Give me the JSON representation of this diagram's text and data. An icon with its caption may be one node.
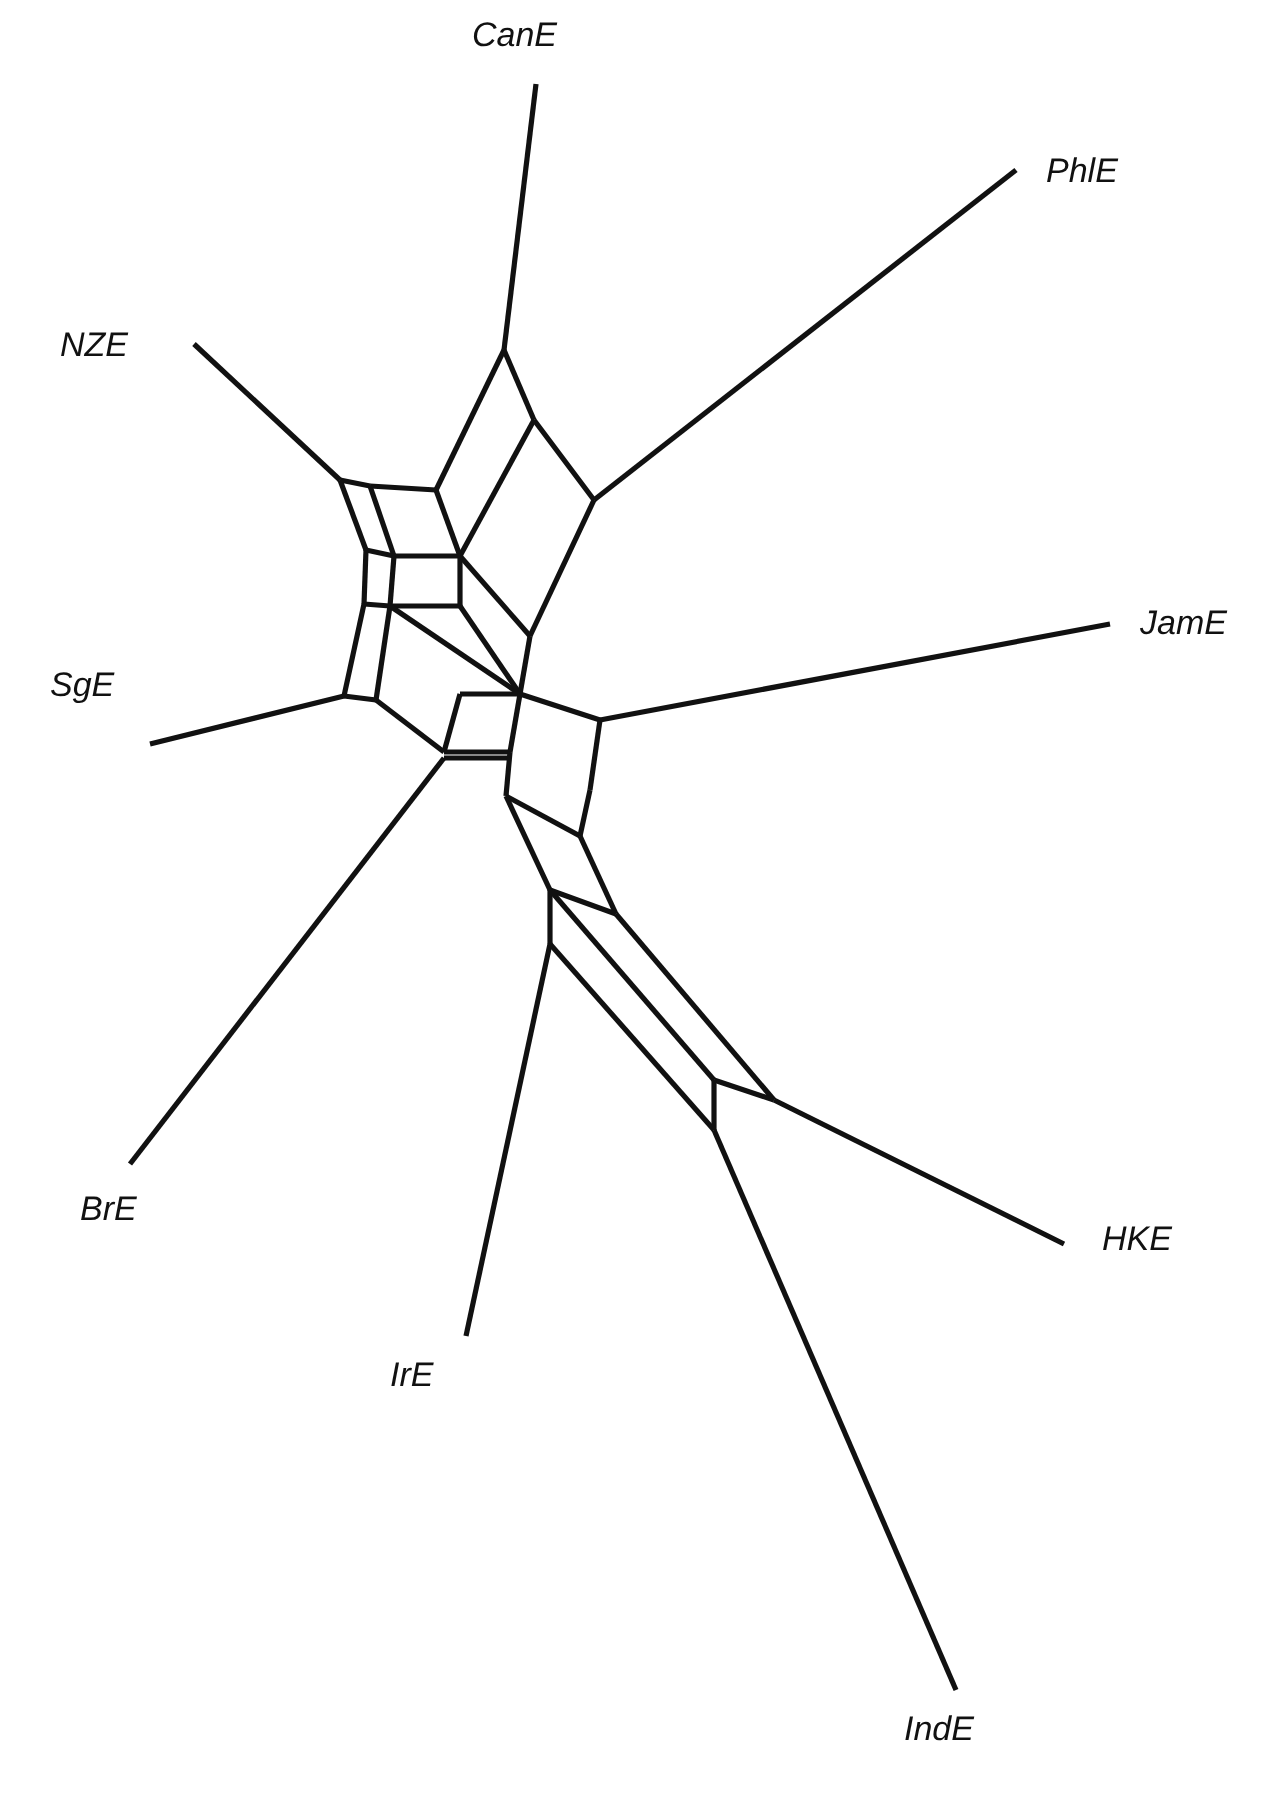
{
  "diagram": {
    "labels": [
      "CanE",
      "PhlE",
      "NZE",
      "JamE",
      "SgE",
      "BrE",
      "HKE",
      "IrE",
      "IndE"
    ]
  }
}
